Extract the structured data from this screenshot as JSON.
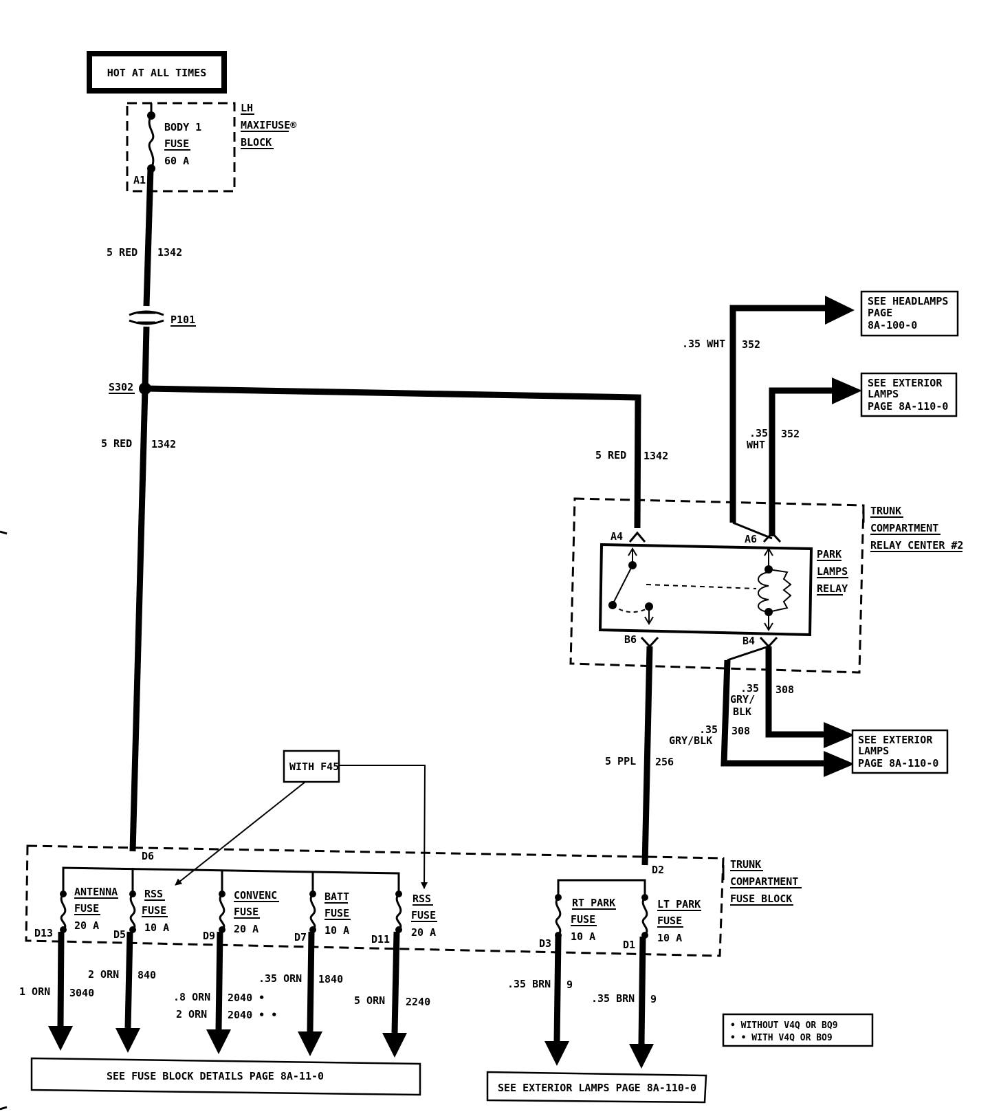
{
  "hot_label": "HOT AT ALL TIMES",
  "maxifuse": {
    "block_label": [
      "LH",
      "MAXIFUSE®",
      "BLOCK"
    ],
    "fuse_label": [
      "BODY 1",
      "FUSE",
      "60 A"
    ],
    "pin": "A1"
  },
  "wires": {
    "main_upper": {
      "gauge": "5 RED",
      "circuit": "1342"
    },
    "main_lower": {
      "gauge": "5 RED",
      "circuit": "1342"
    },
    "to_relay": {
      "gauge": "5 RED",
      "circuit": "1342"
    },
    "relay_out": {
      "gauge": "5 PPL",
      "circuit": "256"
    },
    "headlamps": {
      "gauge": ".35 WHT",
      "circuit": "352"
    },
    "exterior_top": {
      "gauge_lines": [
        ".35",
        "WHT"
      ],
      "circuit": "352"
    },
    "gryblk_1": {
      "gauge_lines": [
        ".35",
        "GRY/",
        "BLK"
      ],
      "circuit": "308"
    },
    "gryblk_2": {
      "gauge_lines": [
        ".35",
        "GRY/BLK"
      ],
      "circuit": "308"
    }
  },
  "connector": "P101",
  "splice": "S302",
  "relay_center": {
    "label": [
      "TRUNK",
      "COMPARTMENT",
      "RELAY CENTER #2"
    ],
    "relay_label": [
      "PARK",
      "LAMPS",
      "RELAY"
    ],
    "pins": {
      "a4": "A4",
      "a6": "A6",
      "b6": "B6",
      "b4": "B4"
    }
  },
  "refs": {
    "headlamps": [
      "SEE HEADLAMPS",
      "PAGE",
      "8A-100-0"
    ],
    "exterior_top": [
      "SEE EXTERIOR",
      "LAMPS",
      "PAGE 8A-110-0"
    ],
    "exterior_mid": [
      "SEE EXTERIOR",
      "LAMPS",
      "PAGE 8A-110-0"
    ],
    "fuse_block": "SEE FUSE BLOCK DETAILS PAGE 8A-11-0",
    "exterior_bottom": "SEE EXTERIOR LAMPS PAGE 8A-110-0"
  },
  "with_f45": "WITH F45",
  "trunk_fuse_block": {
    "label": [
      "TRUNK",
      "COMPARTMENT",
      "FUSE BLOCK"
    ],
    "left_pin": "D6",
    "right_pin": "D2",
    "fuses": [
      {
        "name": [
          "ANTENNA",
          "FUSE"
        ],
        "rating": "20 A",
        "pin": "D13"
      },
      {
        "name": [
          "RSS",
          "FUSE"
        ],
        "rating": "10 A",
        "pin": "D5"
      },
      {
        "name": [
          "CONVENC",
          "FUSE"
        ],
        "rating": "20 A",
        "pin": "D9"
      },
      {
        "name": [
          "BATT",
          "FUSE"
        ],
        "rating": "10 A",
        "pin": "D7"
      },
      {
        "name": [
          "RSS",
          "FUSE"
        ],
        "rating": "20 A",
        "pin": "D11"
      },
      {
        "name": [
          "RT PARK",
          "FUSE"
        ],
        "rating": "10 A",
        "pin": "D3"
      },
      {
        "name": [
          "LT PARK",
          "FUSE"
        ],
        "rating": "10 A",
        "pin": "D1"
      }
    ]
  },
  "outputs": [
    {
      "gauge": "1 ORN",
      "circuit": "3040"
    },
    {
      "gauge": "2 ORN",
      "circuit": "840"
    },
    {
      "gauge": ".8 ORN",
      "circuit": "2040 •"
    },
    {
      "gauge": "2 ORN",
      "circuit": "2040 • •"
    },
    {
      "gauge": ".35 ORN",
      "circuit": "1840"
    },
    {
      "gauge": "5 ORN",
      "circuit": "2240"
    },
    {
      "gauge": ".35 BRN",
      "circuit": "9"
    },
    {
      "gauge": ".35 BRN",
      "circuit": "9"
    }
  ],
  "legend": [
    "• WITHOUT V4Q OR BQ9",
    "• • WITH V4Q OR BO9"
  ]
}
